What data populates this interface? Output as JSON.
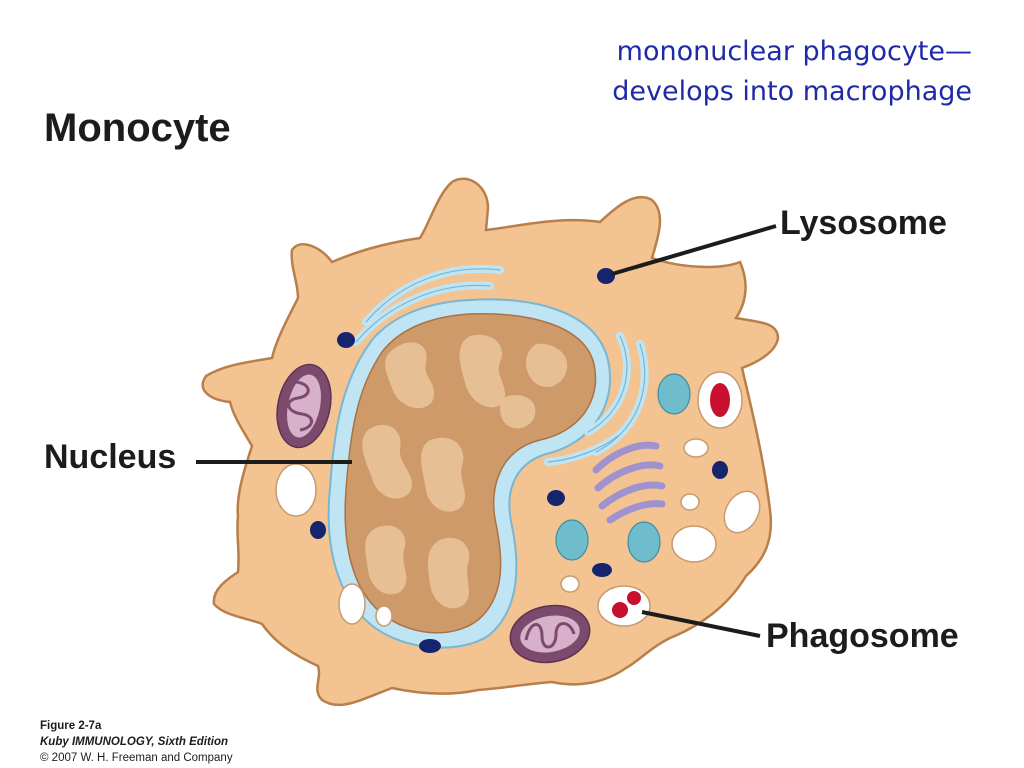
{
  "subtitle": {
    "line1": "mononuclear phagocyte—",
    "line2": "develops into macrophage"
  },
  "title": "Monocyte",
  "labels": {
    "lysosome": "Lysosome",
    "nucleus": "Nucleus",
    "phagosome": "Phagosome"
  },
  "caption": {
    "figure": "Figure 2-7a",
    "book": "Kuby IMMUNOLOGY, Sixth Edition",
    "copyright": "© 2007 W. H. Freeman and Company"
  },
  "colors": {
    "subtitle_text": "#1f2aa6",
    "cytoplasm": "#f3c391",
    "cell_outline": "#b97f4a",
    "nucleus_fill": "#cf9a6a",
    "nucleus_light": "#e7bf95",
    "envelope": "#bfe4f4",
    "lysosome": "#16246e",
    "mitochondrion": "#7c4a6c",
    "vesicle_teal": "#6ebccc",
    "golgi": "#9f92cf",
    "phagosome_content": "#c8102e"
  },
  "icons": {
    "lysosome": "lysosome-icon",
    "mitochondrion": "mitochondrion-icon",
    "phagosome": "phagosome-icon",
    "golgi": "golgi-apparatus-icon"
  }
}
